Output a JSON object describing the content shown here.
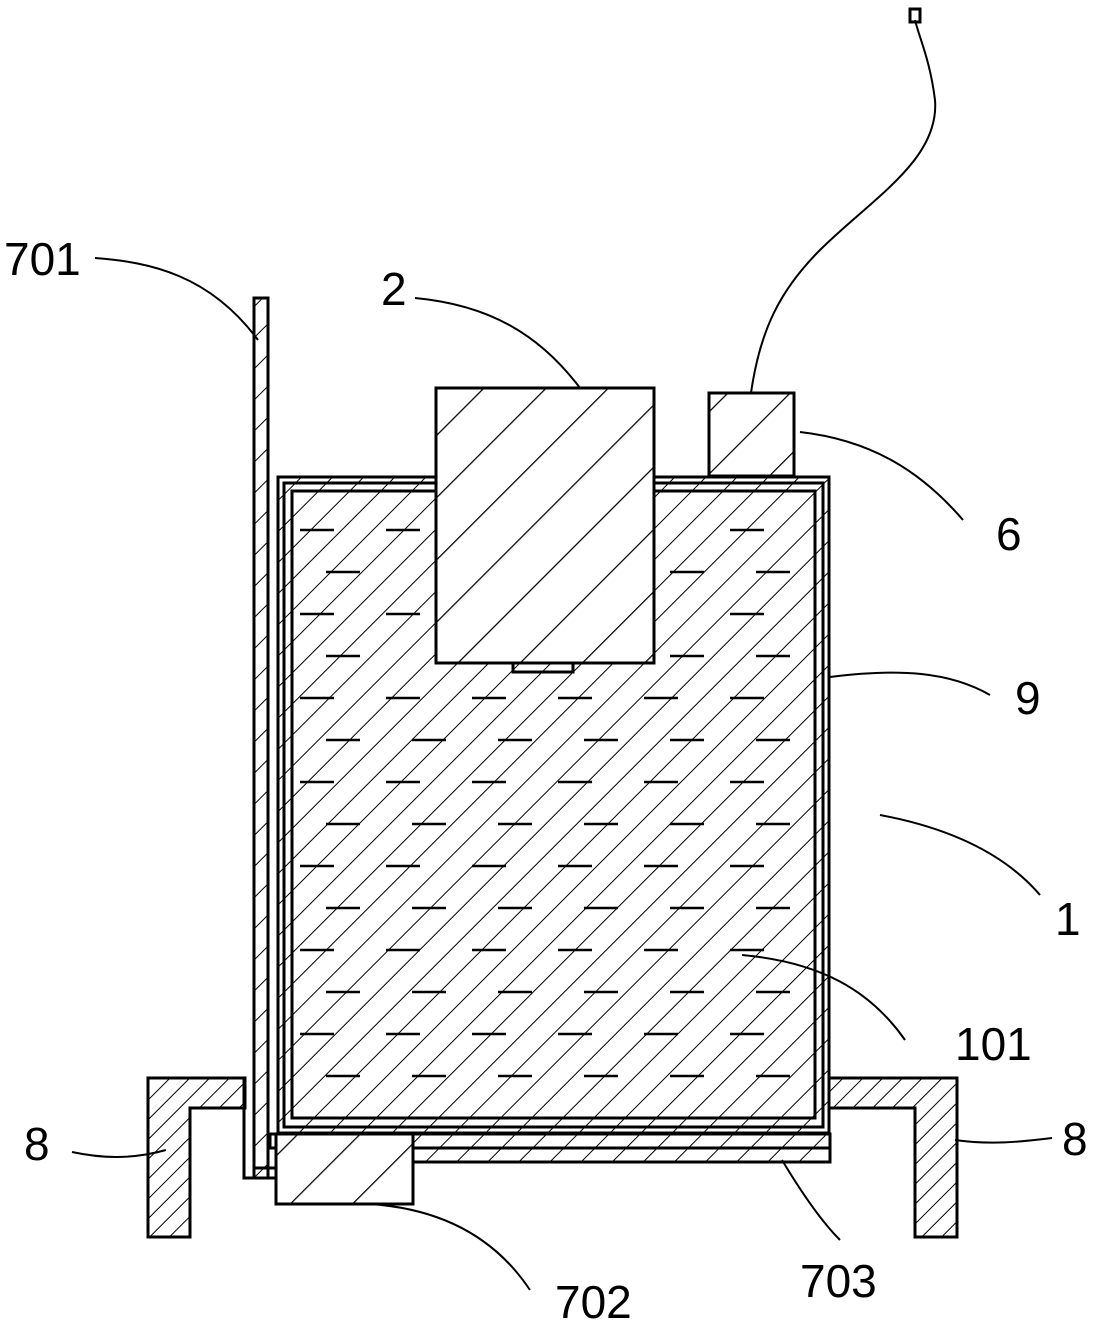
{
  "labels": {
    "l701": "701",
    "l2": "2",
    "l6": "6",
    "l9": "9",
    "l1": "1",
    "l101": "101",
    "l8_left": "8",
    "l8_right": "8",
    "l702": "702",
    "l703": "703"
  },
  "colors": {
    "stroke": "#000000",
    "background": "#ffffff"
  }
}
